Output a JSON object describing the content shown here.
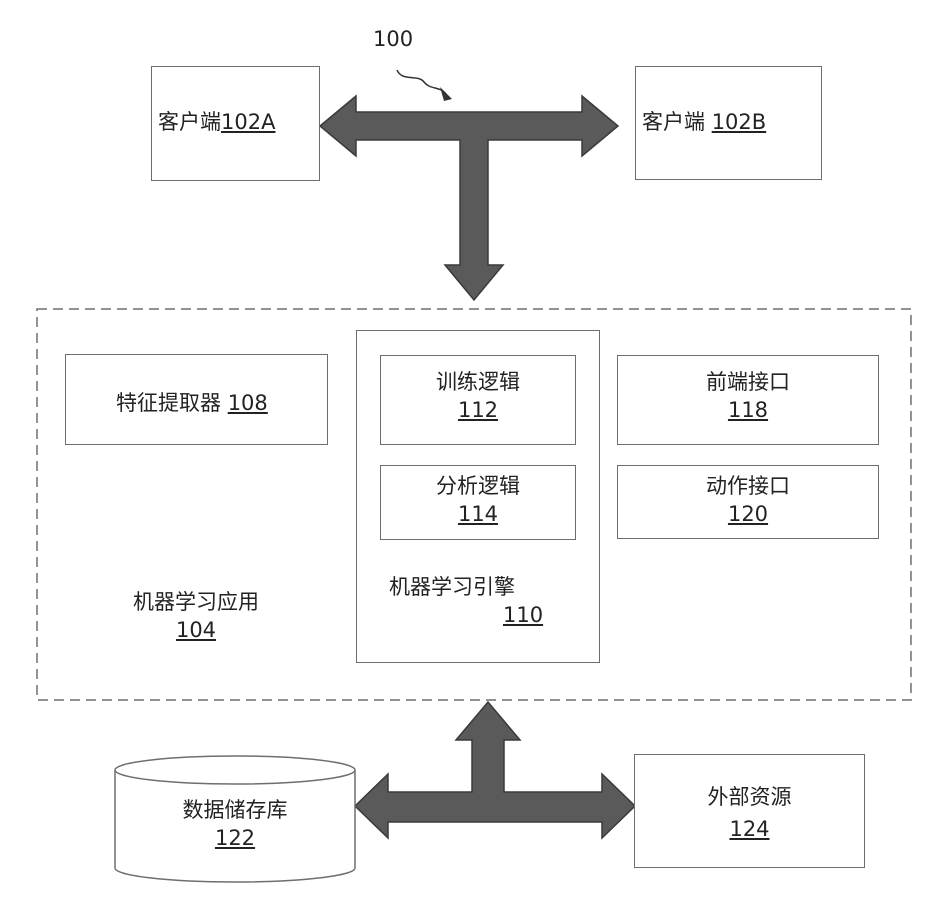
{
  "figure_ref": "100",
  "client_a": {
    "name": "客户端",
    "ref": "102A"
  },
  "client_b": {
    "name": "客户端 ",
    "ref": "102B"
  },
  "ml_app": {
    "name": "机器学习应用",
    "ref": "104"
  },
  "feature_extractor": {
    "name": "特征提取器 ",
    "ref": "108"
  },
  "ml_engine": {
    "name": "机器学习引擎",
    "ref": "110"
  },
  "training_logic": {
    "name": "训练逻辑",
    "ref": "112"
  },
  "analysis_logic": {
    "name": "分析逻辑",
    "ref": "114"
  },
  "frontend_interface": {
    "name": "前端接口",
    "ref": "118"
  },
  "action_interface": {
    "name": "动作接口",
    "ref": "120"
  },
  "data_repository": {
    "name": "数据储存库",
    "ref": "122"
  },
  "external_resources": {
    "name": "外部资源",
    "ref": "124"
  },
  "colors": {
    "arrow_fill": "#5a5a5a",
    "arrow_stroke": "#3a3a3a",
    "border": "#6e6e6e"
  }
}
